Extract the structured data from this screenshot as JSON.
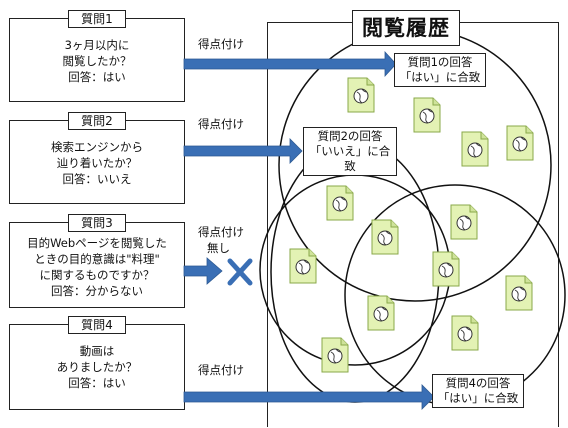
{
  "questions": [
    {
      "title": "質問1",
      "lines": [
        "3ヶ月以内に",
        "閲覧したか？",
        "回答：はい"
      ],
      "score": "得点付け"
    },
    {
      "title": "質問2",
      "lines": [
        "検索エンジンから",
        "辿り着いたか？",
        "回答：いいえ"
      ],
      "score": "得点付け"
    },
    {
      "title": "質問3",
      "lines": [
        "目的Webページを閲覧した",
        "ときの目的意識は\"料理\"",
        "に関するものですか？",
        "回答：分からない"
      ],
      "score": "得点付け",
      "score2": "無し"
    },
    {
      "title": "質問4",
      "lines": [
        "動画は",
        "ありましたか？",
        "回答：はい"
      ],
      "score": "得点付け"
    }
  ],
  "panel_title": "閲覧履歴",
  "labels": {
    "q1": [
      "質問1の回答",
      "「はい」に合致"
    ],
    "q2": [
      "質問2の回答",
      "「いいえ」に合致"
    ],
    "q4": [
      "質問4の回答",
      "「はい」に合致"
    ]
  },
  "colors": {
    "arrow": "#3a6fb5",
    "doc": "#e3f2b4",
    "doc_border": "#8aa84a"
  }
}
